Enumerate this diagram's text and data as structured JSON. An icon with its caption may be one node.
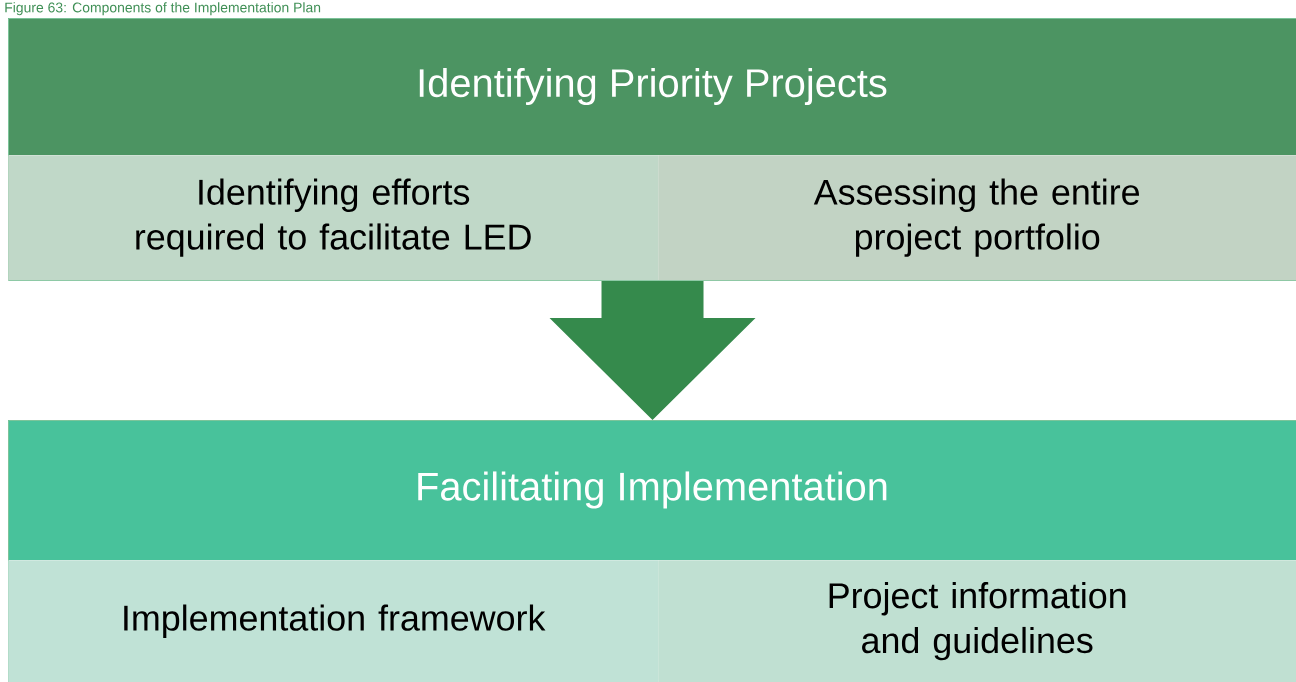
{
  "diagram": {
    "title": "Figure 63: Components of the Implementation Plan",
    "nodes": [
      {
        "text": [
          "Identifying Priority Projects"
        ]
      },
      {
        "text": [
          "Identifying efforts required to facilitate LED"
        ],
        "in": 0
      },
      {
        "text": [
          "Assessing the entire project portfolio"
        ],
        "in": 0
      },
      {
        "text": [
          "Facilitating Implementation"
        ]
      },
      {
        "text": [
          "Implementation framework"
        ],
        "in": 3
      },
      {
        "text": [
          "Project information and guidelines"
        ],
        "in": 3
      }
    ],
    "edges": [
      {
        "from": 0,
        "to": 3,
        "arrow": "to"
      }
    ]
  }
}
